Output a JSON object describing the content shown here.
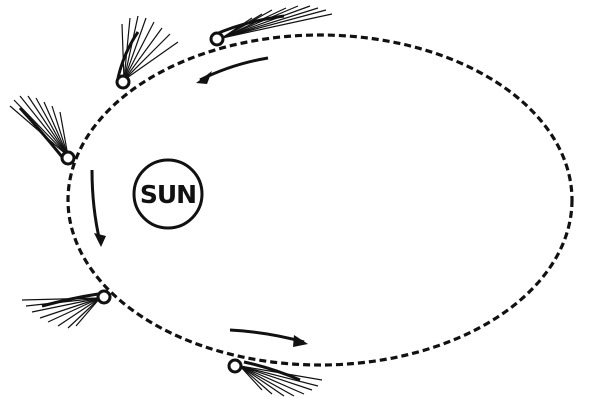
{
  "diagram": {
    "sun": {
      "label": "SUN"
    },
    "comets": [
      {
        "id": "top"
      },
      {
        "id": "upper-left"
      },
      {
        "id": "left"
      },
      {
        "id": "lower-left"
      },
      {
        "id": "bottom"
      }
    ],
    "arrows": [
      {
        "id": "top-arrow"
      },
      {
        "id": "left-arrow"
      },
      {
        "id": "bottom-arrow"
      }
    ],
    "colors": {
      "ink": "#111111",
      "background": "#ffffff"
    }
  }
}
